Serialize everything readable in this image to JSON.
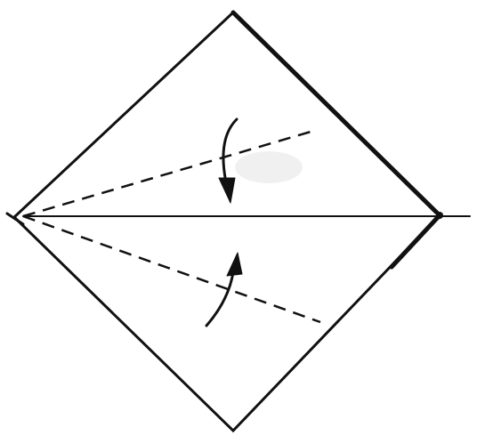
{
  "diagram": {
    "type": "origami-fold-step",
    "shape": "square-diamond",
    "folds": [
      {
        "line": "valley",
        "direction": "down",
        "icon": "curved-arrow-down"
      },
      {
        "line": "valley",
        "direction": "up",
        "icon": "curved-arrow-up"
      }
    ],
    "colors": {
      "ink": "#111111",
      "paper": "#ffffff"
    }
  }
}
